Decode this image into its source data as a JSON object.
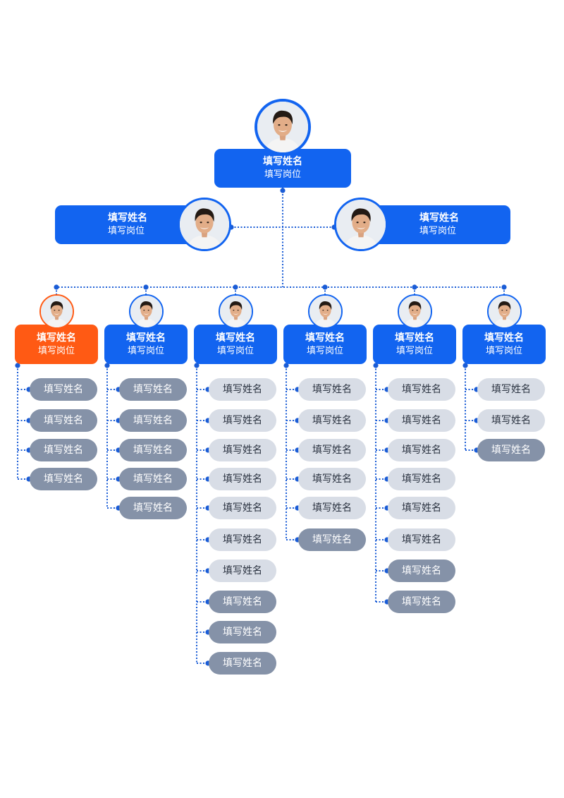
{
  "colors": {
    "blue": "#1264f0",
    "orange": "#ff5a14",
    "pill_light": "#d8dde6",
    "pill_dark": "#8592a8",
    "connector": "#1a5cd6"
  },
  "root": {
    "name": "填写姓名",
    "role": "填写岗位",
    "avatar_icon": "person-photo-icon"
  },
  "second_level": [
    {
      "name": "填写姓名",
      "role": "填写岗位"
    },
    {
      "name": "填写姓名",
      "role": "填写岗位"
    }
  ],
  "groups": [
    {
      "name": "填写姓名",
      "role": "填写岗位",
      "highlight": true,
      "members": [
        {
          "label": "填写姓名",
          "tone": "dark"
        },
        {
          "label": "填写姓名",
          "tone": "dark"
        },
        {
          "label": "填写姓名",
          "tone": "dark"
        },
        {
          "label": "填写姓名",
          "tone": "dark"
        }
      ]
    },
    {
      "name": "填写姓名",
      "role": "填写岗位",
      "highlight": false,
      "members": [
        {
          "label": "填写姓名",
          "tone": "dark"
        },
        {
          "label": "填写姓名",
          "tone": "dark"
        },
        {
          "label": "填写姓名",
          "tone": "dark"
        },
        {
          "label": "填写姓名",
          "tone": "dark"
        },
        {
          "label": "填写姓名",
          "tone": "dark"
        }
      ]
    },
    {
      "name": "填写姓名",
      "role": "填写岗位",
      "highlight": false,
      "members": [
        {
          "label": "填写姓名",
          "tone": "light"
        },
        {
          "label": "填写姓名",
          "tone": "light"
        },
        {
          "label": "填写姓名",
          "tone": "light"
        },
        {
          "label": "填写姓名",
          "tone": "light"
        },
        {
          "label": "填写姓名",
          "tone": "light"
        },
        {
          "label": "填写姓名",
          "tone": "light"
        },
        {
          "label": "填写姓名",
          "tone": "light"
        },
        {
          "label": "填写姓名",
          "tone": "dark"
        },
        {
          "label": "填写姓名",
          "tone": "dark"
        },
        {
          "label": "填写姓名",
          "tone": "dark"
        }
      ]
    },
    {
      "name": "填写姓名",
      "role": "填写岗位",
      "highlight": false,
      "members": [
        {
          "label": "填写姓名",
          "tone": "light"
        },
        {
          "label": "填写姓名",
          "tone": "light"
        },
        {
          "label": "填写姓名",
          "tone": "light"
        },
        {
          "label": "填写姓名",
          "tone": "light"
        },
        {
          "label": "填写姓名",
          "tone": "light"
        },
        {
          "label": "填写姓名",
          "tone": "dark"
        }
      ]
    },
    {
      "name": "填写姓名",
      "role": "填写岗位",
      "highlight": false,
      "members": [
        {
          "label": "填写姓名",
          "tone": "light"
        },
        {
          "label": "填写姓名",
          "tone": "light"
        },
        {
          "label": "填写姓名",
          "tone": "light"
        },
        {
          "label": "填写姓名",
          "tone": "light"
        },
        {
          "label": "填写姓名",
          "tone": "light"
        },
        {
          "label": "填写姓名",
          "tone": "light"
        },
        {
          "label": "填写姓名",
          "tone": "dark"
        },
        {
          "label": "填写姓名",
          "tone": "dark"
        }
      ]
    },
    {
      "name": "填写姓名",
      "role": "填写岗位",
      "highlight": false,
      "members": [
        {
          "label": "填写姓名",
          "tone": "light"
        },
        {
          "label": "填写姓名",
          "tone": "light"
        },
        {
          "label": "填写姓名",
          "tone": "dark"
        }
      ]
    }
  ]
}
